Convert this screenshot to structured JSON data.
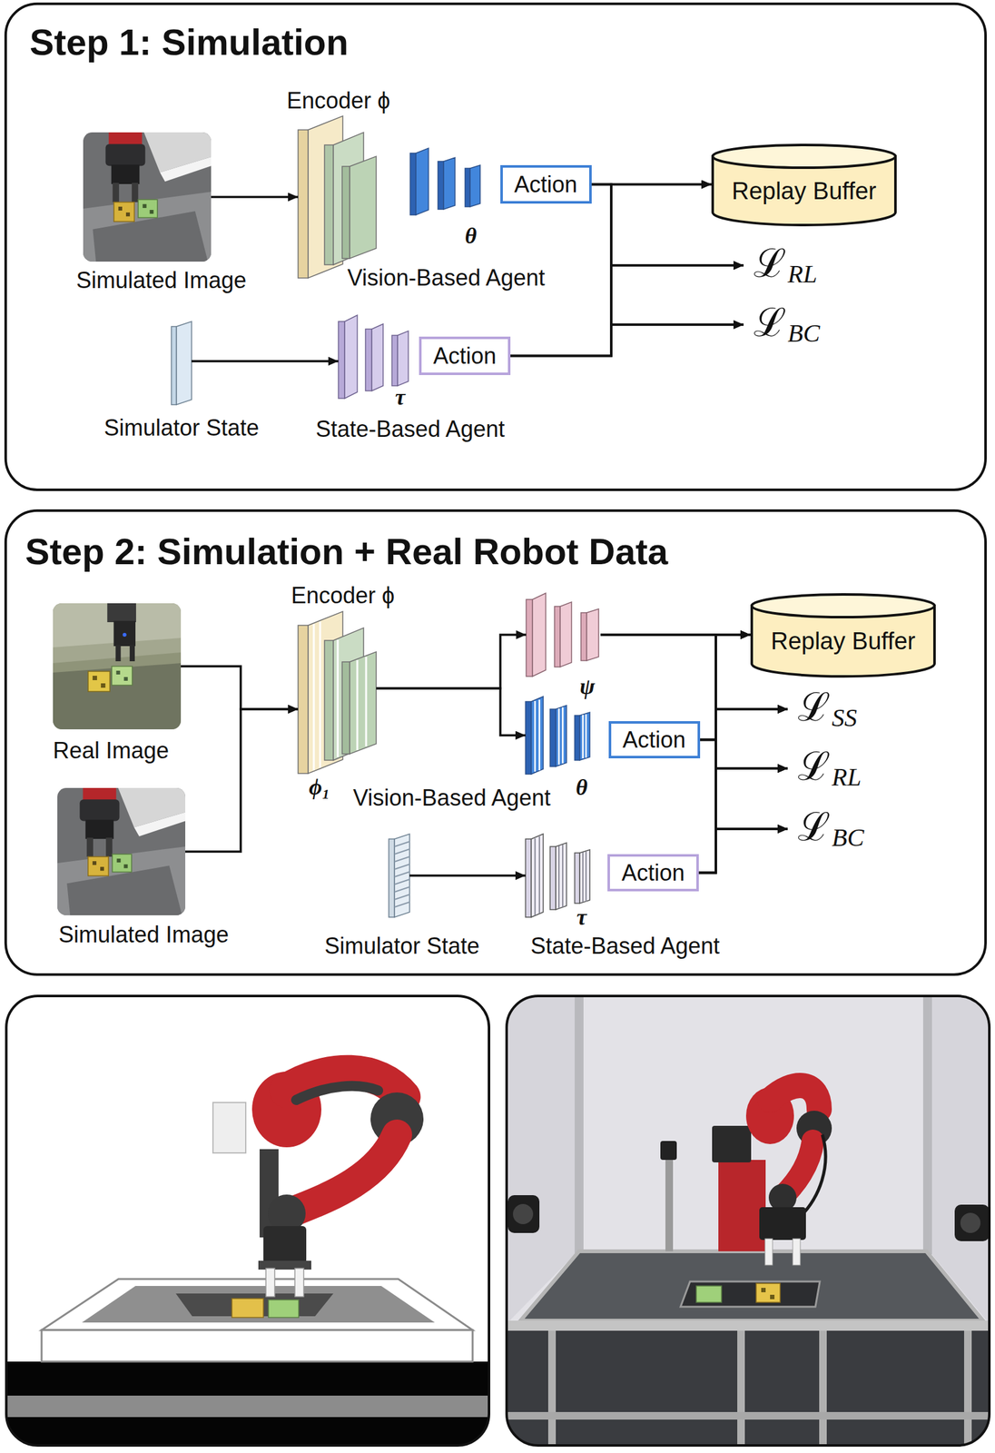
{
  "diagram": {
    "nodes": [
      {
        "text": [
          "Step 1: Simulation"
        ]
      },
      {
        "text": [
          "Simulated Image"
        ],
        "in": 0
      },
      {
        "text": [
          "Encoder ϕ"
        ],
        "in": 0
      },
      {
        "text": [
          "θ"
        ],
        "in": 0
      },
      {
        "text": [
          "Action"
        ],
        "in": 0
      },
      {
        "text": [
          "Replay Buffer"
        ],
        "in": 0
      },
      {
        "text": [
          "ℒ",
          "RL"
        ],
        "in": 0
      },
      {
        "text": [
          "ℒ",
          "BC"
        ],
        "in": 0
      },
      {
        "text": [
          "Simulator State"
        ],
        "in": 0
      },
      {
        "text": [
          "τ",
          "State-Based Agent"
        ],
        "in": 0
      },
      {
        "text": [
          "Action"
        ],
        "in": 0
      },
      {
        "text": [
          "Step 2: Simulation + Real Robot Data"
        ]
      },
      {
        "text": [
          "Real Image"
        ],
        "in": 11
      },
      {
        "text": [
          "Simulated Image"
        ],
        "in": 11
      },
      {
        "text": [
          "Encoder ϕ",
          "ϕ₁"
        ],
        "in": 11
      },
      {
        "text": [
          "ψ"
        ],
        "in": 11
      },
      {
        "text": [
          "θ"
        ],
        "in": 11
      },
      {
        "text": [
          "Action"
        ],
        "in": 11
      },
      {
        "text": [
          "Replay Buffer"
        ],
        "in": 11
      },
      {
        "text": [
          "ℒ",
          "SS"
        ],
        "in": 11
      },
      {
        "text": [
          "ℒ",
          "RL"
        ],
        "in": 11
      },
      {
        "text": [
          "ℒ",
          "BC"
        ],
        "in": 11
      },
      {
        "text": [
          "Simulator State"
        ],
        "in": 11
      },
      {
        "text": [
          "τ",
          "State-Based Agent"
        ],
        "in": 11
      },
      {
        "text": [
          "Action"
        ],
        "in": 11
      }
    ],
    "edges": [
      {
        "from": 1,
        "to": 2,
        "arrow": "to"
      },
      {
        "from": 8,
        "to": 9,
        "arrow": "to"
      },
      {
        "from": 4,
        "to": 5,
        "arrow": "to"
      },
      {
        "from": 4,
        "to": 6,
        "arrow": "to"
      },
      {
        "from": 4,
        "to": 7,
        "arrow": "to"
      },
      {
        "from": 10,
        "to": 5,
        "arrow": "to"
      },
      {
        "from": 10,
        "to": 6,
        "arrow": "to"
      },
      {
        "from": 10,
        "to": 7,
        "arrow": "to"
      },
      {
        "from": 12,
        "to": 14,
        "arrow": "to"
      },
      {
        "from": 13,
        "to": 14,
        "arrow": "to"
      },
      {
        "from": 14,
        "to": 15,
        "arrow": "to"
      },
      {
        "from": 14,
        "to": 16,
        "arrow": "to"
      },
      {
        "from": 15,
        "to": 18,
        "arrow": "to"
      },
      {
        "from": 15,
        "to": 19,
        "arrow": "to"
      },
      {
        "from": 15,
        "to": 20,
        "arrow": "to"
      },
      {
        "from": 15,
        "to": 21,
        "arrow": "to"
      },
      {
        "from": 17,
        "to": 18,
        "arrow": "to"
      },
      {
        "from": 17,
        "to": 19,
        "arrow": "to"
      },
      {
        "from": 17,
        "to": 20,
        "arrow": "to"
      },
      {
        "from": 17,
        "to": 21,
        "arrow": "to"
      },
      {
        "from": 24,
        "to": 18,
        "arrow": "to"
      },
      {
        "from": 24,
        "to": 19,
        "arrow": "to"
      },
      {
        "from": 24,
        "to": 20,
        "arrow": "to"
      },
      {
        "from": 24,
        "to": 21,
        "arrow": "to"
      },
      {
        "from": 22,
        "to": 23,
        "arrow": "to"
      }
    ],
    "labels": [
      "Vision-Based Agent",
      "Vision-Based Agent"
    ]
  }
}
